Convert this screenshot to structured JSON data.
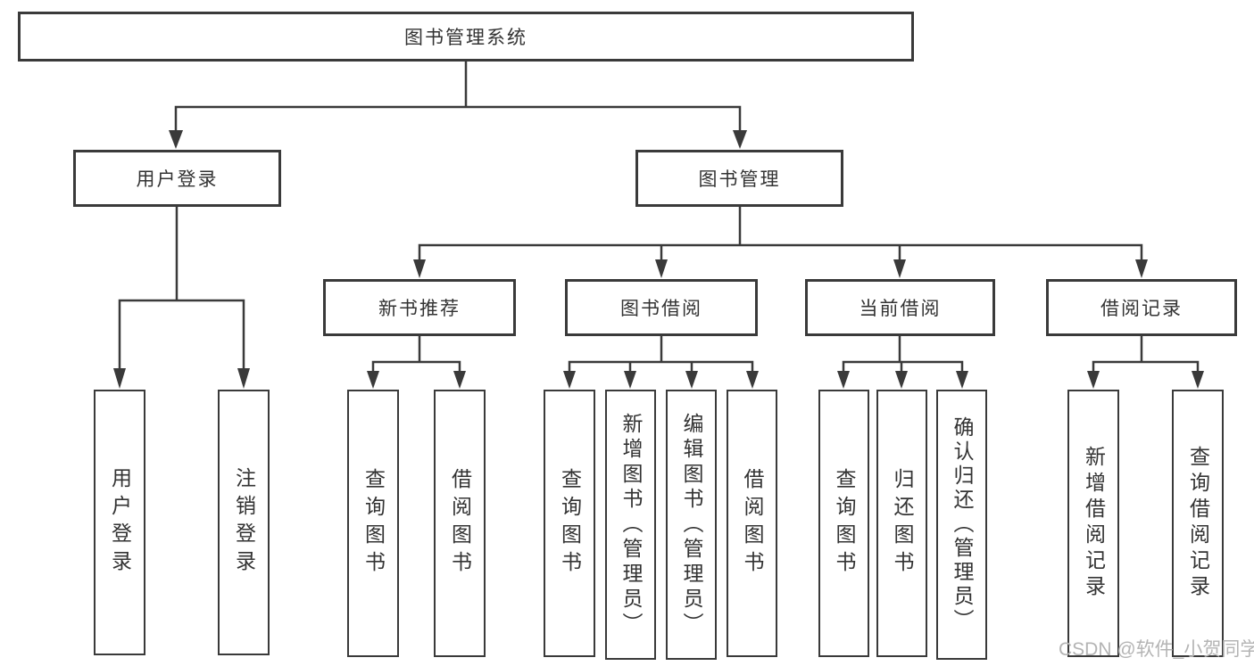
{
  "tree": {
    "label": "图书管理系统",
    "children": [
      {
        "label": "用户登录",
        "children": [
          {
            "label": "用户登录"
          },
          {
            "label": "注销登录"
          }
        ]
      },
      {
        "label": "图书管理",
        "children": [
          {
            "label": "新书推荐",
            "children": [
              {
                "label": "查询图书"
              },
              {
                "label": "借阅图书"
              }
            ]
          },
          {
            "label": "图书借阅",
            "children": [
              {
                "label": "查询图书"
              },
              {
                "label": "新增图书（管理员）"
              },
              {
                "label": "编辑图书（管理员）"
              },
              {
                "label": "借阅图书"
              }
            ]
          },
          {
            "label": "当前借阅",
            "children": [
              {
                "label": "查询图书"
              },
              {
                "label": "归还图书"
              },
              {
                "label": "确认归还（管理员）"
              }
            ]
          },
          {
            "label": "借阅记录",
            "children": [
              {
                "label": "新增借阅记录"
              },
              {
                "label": "查询借阅记录"
              }
            ]
          }
        ]
      }
    ]
  },
  "watermark": {
    "text": "CSDN @软件_小贺同学"
  },
  "colors": {
    "line": "#3a3a3a",
    "text": "#333333",
    "watermark": "#b4b4b4",
    "background": "#ffffff"
  }
}
